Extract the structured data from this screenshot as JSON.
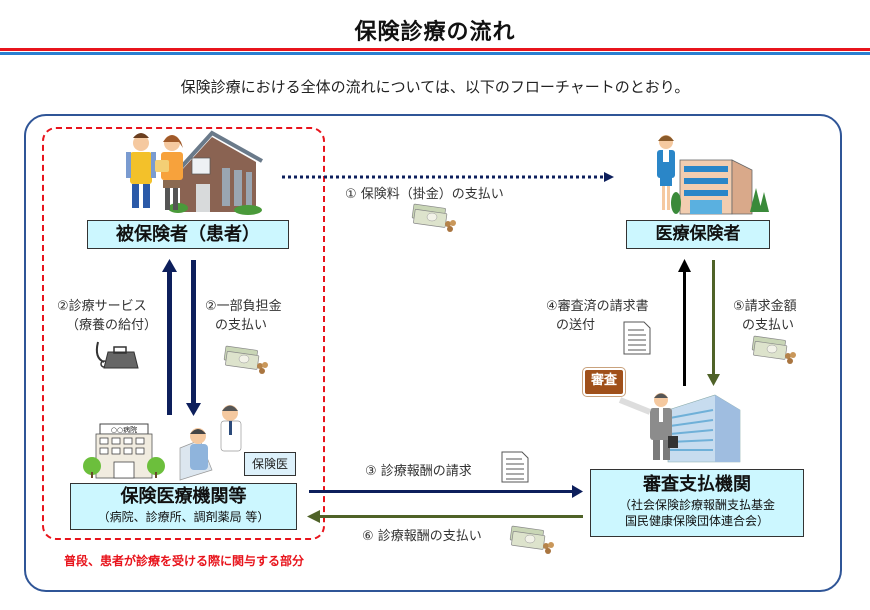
{
  "page": {
    "title": "保険診療の流れ",
    "subtitle": "保険診療における全体の流れについては、以下のフローチャートのとおり。",
    "colors": {
      "title_rule_red": "#e8141c",
      "title_rule_blue": "#2a7fd0",
      "frame_border": "#2f5597",
      "dashed_region": "#e8141c",
      "label_box_fill": "#ccf7ff",
      "arrow_navy": "#0d1f5c",
      "arrow_black": "#000000",
      "arrow_green": "#4f6228",
      "review_badge": "#a0501a"
    }
  },
  "entities": {
    "insured": {
      "label": "被保険者（患者）",
      "icon": "family-house-icon"
    },
    "insurer": {
      "label": "医療保険者",
      "icon": "office-building-icon"
    },
    "provider": {
      "label": "保険医療機関等",
      "sublabel": "（病院、診療所、調剤薬局 等）",
      "icon": "hospital-icon",
      "hospital_sign": "○○病院",
      "doctor_tag": "保険医"
    },
    "reviewer": {
      "label": "審査支払機関",
      "sublabel_line1": "（社会保険診療報酬支払基金",
      "sublabel_line2": "国民健康保険団体連合会）",
      "icon": "office-tower-icon",
      "badge": "審査"
    }
  },
  "flows": [
    {
      "step": "①",
      "text": "① 保険料（掛金）の支払い",
      "from": "insured",
      "to": "insurer",
      "style": "dotted",
      "icon": "money-icon"
    },
    {
      "step": "②a",
      "line1": "②診療サービス",
      "line2": "（療養の給付）",
      "from": "provider",
      "to": "insured",
      "icon": "medical-bag-icon"
    },
    {
      "step": "②b",
      "line1": "②一部負担金",
      "line2": "の支払い",
      "from": "insured",
      "to": "provider",
      "icon": "money-icon"
    },
    {
      "step": "③",
      "text": "③ 診療報酬の請求",
      "from": "provider",
      "to": "reviewer",
      "icon": "document-icon"
    },
    {
      "step": "④",
      "line1": "④審査済の請求書",
      "line2": "の送付",
      "from": "reviewer",
      "to": "insurer",
      "icon": "document-icon"
    },
    {
      "step": "⑤",
      "line1": "⑤請求金額",
      "line2": "の支払い",
      "from": "insurer",
      "to": "reviewer",
      "icon": "money-icon"
    },
    {
      "step": "⑥",
      "text": "⑥ 診療報酬の支払い",
      "from": "reviewer",
      "to": "provider",
      "icon": "money-icon"
    }
  ],
  "region_caption": "普段、患者が診療を受ける際に関与する部分"
}
